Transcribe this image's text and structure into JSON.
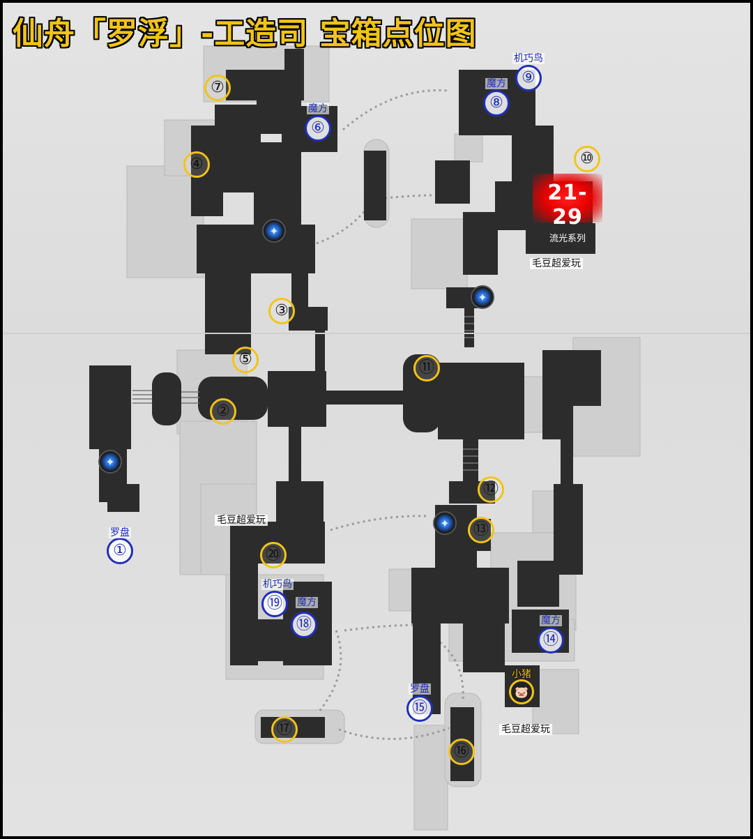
{
  "title": "仙舟「罗浮」-工造司 宝箱点位图",
  "colors": {
    "gold": "#f2c417",
    "blue": "#1f2fb8",
    "red": "#e80000",
    "floor": "#2c2c2c"
  },
  "markers": [
    {
      "label": "①",
      "style": "blue",
      "tag": "罗盘"
    },
    {
      "label": "②",
      "style": "gold"
    },
    {
      "label": "③",
      "style": "gold"
    },
    {
      "label": "④",
      "style": "gold"
    },
    {
      "label": "⑤",
      "style": "gold"
    },
    {
      "label": "⑥",
      "style": "blue",
      "tag": "魔方"
    },
    {
      "label": "⑦",
      "style": "gold"
    },
    {
      "label": "⑧",
      "style": "blue",
      "tag": "魔方"
    },
    {
      "label": "⑨",
      "style": "blue",
      "tag": "机巧鸟"
    },
    {
      "label": "⑩",
      "style": "gold"
    },
    {
      "label": "⑪",
      "style": "gold"
    },
    {
      "label": "⑫",
      "style": "gold"
    },
    {
      "label": "⑬",
      "style": "gold"
    },
    {
      "label": "⑭",
      "style": "blue",
      "tag": "魔方"
    },
    {
      "label": "⑮",
      "style": "blue",
      "tag": "罗盘"
    },
    {
      "label": "⑯",
      "style": "gold"
    },
    {
      "label": "⑰",
      "style": "gold"
    },
    {
      "label": "⑱",
      "style": "blue",
      "tag": "魔方"
    },
    {
      "label": "⑲",
      "style": "blue",
      "tag": "机巧鸟"
    },
    {
      "label": "⑳",
      "style": "gold"
    }
  ],
  "series": {
    "range": "21-29",
    "name": "流光系列"
  },
  "watermarks": [
    "毛豆超爱玩",
    "毛豆超爱玩",
    "毛豆超爱玩"
  ],
  "pig_label": "小猪",
  "icons": {
    "teleport": "teleport-anchor-icon",
    "pig": "piggy-icon",
    "door": "door-arrow-icon"
  }
}
